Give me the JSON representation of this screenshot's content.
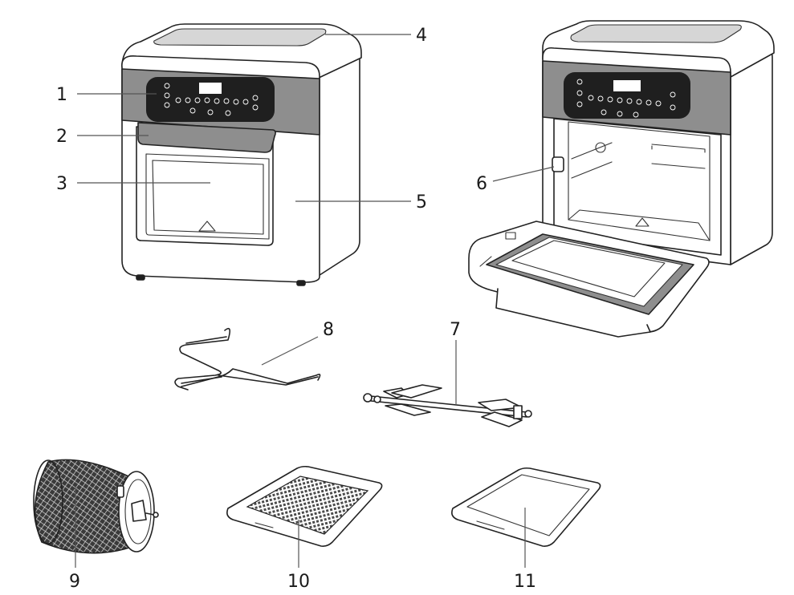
{
  "callouts": [
    {
      "id": "1",
      "text": "1"
    },
    {
      "id": "2",
      "text": "2"
    },
    {
      "id": "3",
      "text": "3"
    },
    {
      "id": "4",
      "text": "4"
    },
    {
      "id": "5",
      "text": "5"
    },
    {
      "id": "6",
      "text": "6"
    },
    {
      "id": "7",
      "text": "7"
    },
    {
      "id": "8",
      "text": "8"
    },
    {
      "id": "9",
      "text": "9"
    },
    {
      "id": "10",
      "text": "10"
    },
    {
      "id": "11",
      "text": "11"
    }
  ],
  "colors": {
    "line": "#222222",
    "panel": "#8e8e8e",
    "display": "#1f1f1f",
    "background": "#ffffff"
  }
}
